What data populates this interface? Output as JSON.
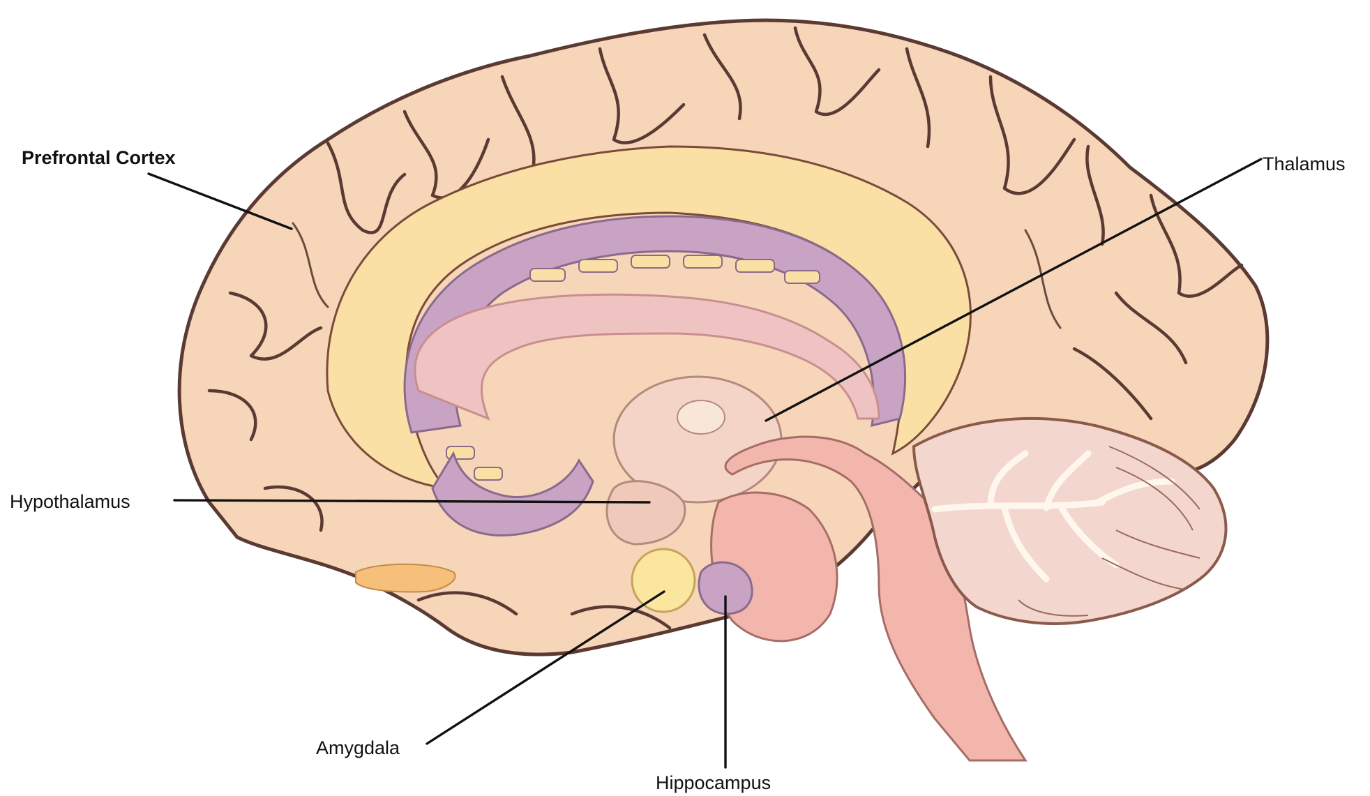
{
  "labels": {
    "prefrontal_cortex": "Prefrontal Cortex",
    "thalamus": "Thalamus",
    "hypothalamus": "Hypothalamus",
    "amygdala": "Amygdala",
    "hippocampus": "Hippocampus"
  },
  "colors": {
    "cortex": "#f6d5b8",
    "cortex_outline": "#5a3a33",
    "cingulate": "#fbe0a6",
    "corpus_callosum": "#c9a3c4",
    "fornix": "#f0c3c3",
    "brainstem": "#f2b6ad",
    "cerebellum": "#f3d7cf",
    "amygdala": "#fbe6a0",
    "hippocampus": "#c9a3c4"
  }
}
